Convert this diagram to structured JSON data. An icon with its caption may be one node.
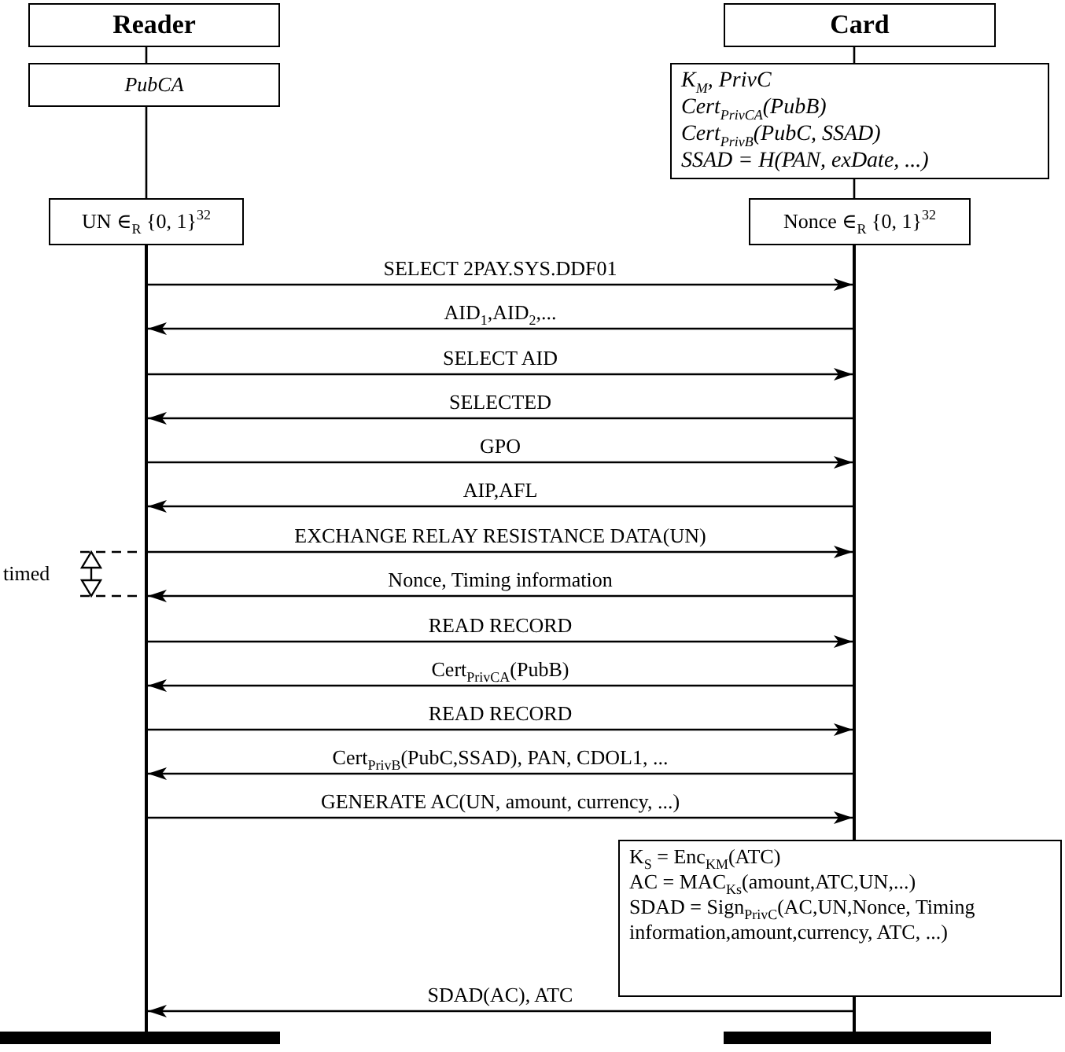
{
  "diagram": {
    "nodes": [
      {
        "text": [
          "Reader"
        ]
      },
      {
        "text": [
          "Card"
        ]
      },
      {
        "text": [
          "PubCA"
        ]
      },
      {
        "text": [
          "K$_{M}$, PrivC",
          "Cert$_{PrivCA}$(PubB)",
          "Cert$_{PrivB}$(PubC, SSAD)",
          "SSAD = H(PAN, exDate, ...)"
        ]
      },
      {
        "text": [
          "UN ∈$_{R}$ {0, 1}$^{32}$"
        ]
      },
      {
        "text": [
          "Nonce ∈$_{R}$ {0, 1}$^{32}$"
        ]
      },
      {
        "text": [
          "K$_{S}$ = Enc$_{KM}$(ATC)",
          "AC = MAC$_{Ks}$(amount,ATC,UN,...)",
          "SDAD = Sign$_{PrivC}$(AC,UN,Nonce, Timing information,amount,currency, ATC, ...)"
        ]
      },
      {
        "text": [],
        "shape": "bar"
      },
      {
        "text": [],
        "shape": "bar"
      },
      {
        "text": [],
        "shape": "line"
      },
      {
        "text": [],
        "shape": "line"
      },
      {
        "text": [],
        "shape": "line"
      }
    ],
    "edges": [
      {
        "from": 0,
        "to": 2,
        "arrow": "none"
      },
      {
        "from": 2,
        "to": 4,
        "arrow": "none"
      },
      {
        "from": 1,
        "to": 3,
        "arrow": "none"
      },
      {
        "from": 3,
        "to": 5,
        "arrow": "none"
      },
      {
        "from": 9,
        "to": 10,
        "arrow": "to",
        "label": "SELECT 2PAY.SYS.DDF01"
      },
      {
        "from": 10,
        "to": 9,
        "arrow": "to",
        "label": "AID$_{1}$,AID$_{2}$,..."
      },
      {
        "from": 9,
        "to": 10,
        "arrow": "to",
        "label": "SELECT AID"
      },
      {
        "from": 10,
        "to": 9,
        "arrow": "to",
        "label": "SELECTED"
      },
      {
        "from": 9,
        "to": 10,
        "arrow": "to",
        "label": "GPO"
      },
      {
        "from": 10,
        "to": 9,
        "arrow": "to",
        "label": "AIP,AFL"
      },
      {
        "from": 9,
        "to": 10,
        "arrow": "to",
        "label": "EXCHANGE RELAY RESISTANCE DATA(UN)"
      },
      {
        "from": 10,
        "to": 9,
        "arrow": "to",
        "label": "Nonce, Timing information"
      },
      {
        "from": 9,
        "to": 10,
        "arrow": "to",
        "label": "READ RECORD"
      },
      {
        "from": 10,
        "to": 9,
        "arrow": "to",
        "label": "Cert$_{PrivCA}$(PubB)"
      },
      {
        "from": 9,
        "to": 10,
        "arrow": "to",
        "label": "READ RECORD"
      },
      {
        "from": 10,
        "to": 9,
        "arrow": "to",
        "label": "Cert$_{PrivB}$(PubC,SSAD), PAN, CDOL1, ..."
      },
      {
        "from": 9,
        "to": 10,
        "arrow": "to",
        "label": "GENERATE AC(UN, amount, currency, ...)"
      },
      {
        "from": 11,
        "to": 9,
        "arrow": "to",
        "label": "SDAD(AC), ATC"
      }
    ],
    "labels": [
      "timed"
    ]
  }
}
